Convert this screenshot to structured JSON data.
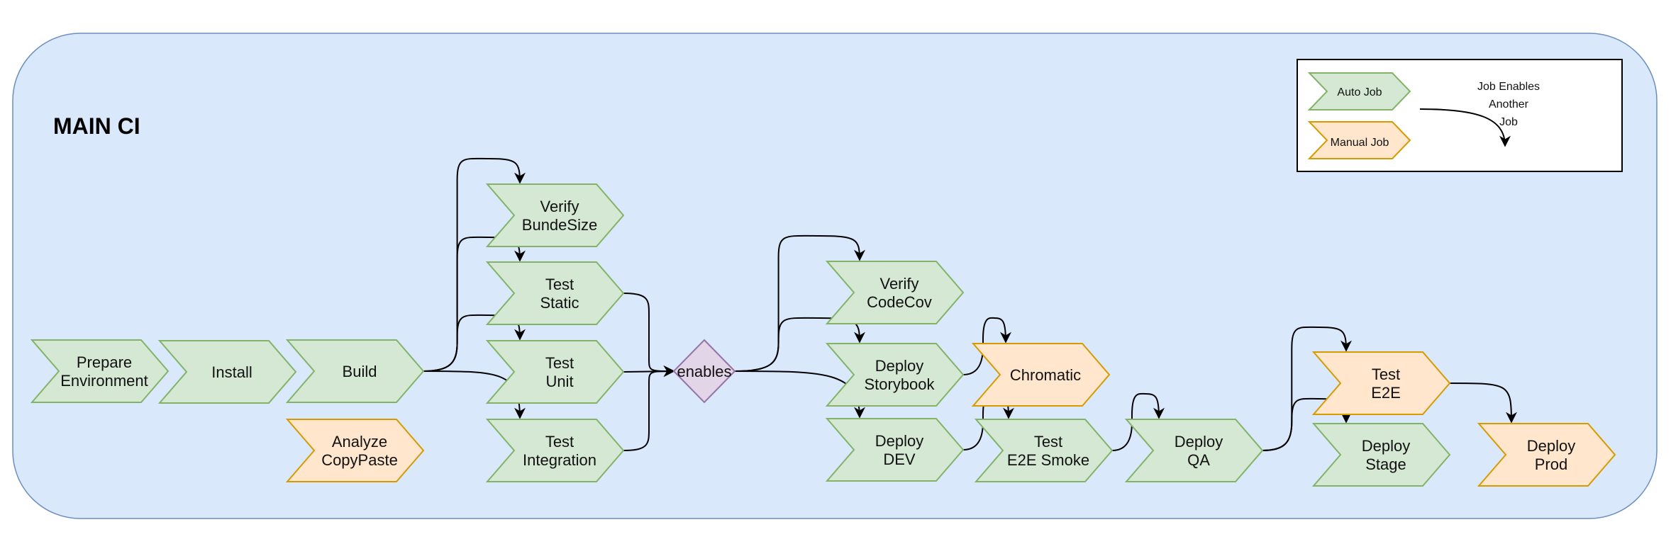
{
  "title": "MAIN CI",
  "colors": {
    "container_fill": "#dae8fc",
    "container_stroke": "#6c8ebf",
    "auto_fill": "#d5e8d4",
    "auto_stroke": "#82b366",
    "manual_fill": "#ffe6cc",
    "manual_stroke": "#d79b00",
    "decision_fill": "#e1d5e7",
    "decision_stroke": "#9673a6",
    "edge": "#000000"
  },
  "legend": {
    "auto_label": "Auto Job",
    "manual_label": "Manual Job",
    "edge_label_lines": [
      "Job Enables",
      "Another",
      "Job"
    ]
  },
  "nodes": [
    {
      "id": "prepare-environment",
      "kind": "auto",
      "lines": [
        "Prepare",
        "Environment"
      ]
    },
    {
      "id": "install",
      "kind": "auto",
      "lines": [
        "Install"
      ]
    },
    {
      "id": "build",
      "kind": "auto",
      "lines": [
        "Build"
      ]
    },
    {
      "id": "analyze-copypaste",
      "kind": "manual",
      "lines": [
        "Analyze",
        "CopyPaste"
      ]
    },
    {
      "id": "verify-bundesize",
      "kind": "auto",
      "lines": [
        "Verify",
        "BundeSize"
      ]
    },
    {
      "id": "test-static",
      "kind": "auto",
      "lines": [
        "Test",
        "Static"
      ]
    },
    {
      "id": "test-unit",
      "kind": "auto",
      "lines": [
        "Test",
        "Unit"
      ]
    },
    {
      "id": "test-integration",
      "kind": "auto",
      "lines": [
        "Test",
        "Integration"
      ]
    },
    {
      "id": "enables",
      "kind": "decision",
      "lines": [
        "enables"
      ]
    },
    {
      "id": "verify-codecov",
      "kind": "auto",
      "lines": [
        "Verify",
        "CodeCov"
      ]
    },
    {
      "id": "deploy-storybook",
      "kind": "auto",
      "lines": [
        "Deploy",
        "Storybook"
      ]
    },
    {
      "id": "deploy-dev",
      "kind": "auto",
      "lines": [
        "Deploy",
        "DEV"
      ]
    },
    {
      "id": "chromatic",
      "kind": "manual",
      "lines": [
        "Chromatic"
      ]
    },
    {
      "id": "test-e2e-smoke",
      "kind": "auto",
      "lines": [
        "Test",
        "E2E Smoke"
      ]
    },
    {
      "id": "deploy-qa",
      "kind": "auto",
      "lines": [
        "Deploy",
        "QA"
      ]
    },
    {
      "id": "test-e2e",
      "kind": "manual",
      "lines": [
        "Test",
        "E2E"
      ]
    },
    {
      "id": "deploy-stage",
      "kind": "auto",
      "lines": [
        "Deploy",
        "Stage"
      ]
    },
    {
      "id": "deploy-prod",
      "kind": "manual",
      "lines": [
        "Deploy",
        "Prod"
      ]
    }
  ],
  "edges": [
    {
      "from": "build",
      "to": "verify-bundesize"
    },
    {
      "from": "build",
      "to": "test-static"
    },
    {
      "from": "build",
      "to": "test-unit"
    },
    {
      "from": "build",
      "to": "test-integration"
    },
    {
      "from": "test-static",
      "to": "enables"
    },
    {
      "from": "test-unit",
      "to": "enables"
    },
    {
      "from": "test-integration",
      "to": "enables"
    },
    {
      "from": "enables",
      "to": "verify-codecov"
    },
    {
      "from": "enables",
      "to": "deploy-storybook"
    },
    {
      "from": "enables",
      "to": "deploy-dev"
    },
    {
      "from": "deploy-storybook",
      "to": "chromatic"
    },
    {
      "from": "deploy-dev",
      "to": "test-e2e-smoke"
    },
    {
      "from": "test-e2e-smoke",
      "to": "deploy-qa"
    },
    {
      "from": "deploy-qa",
      "to": "test-e2e"
    },
    {
      "from": "deploy-qa",
      "to": "deploy-stage"
    },
    {
      "from": "test-e2e",
      "to": "deploy-prod"
    }
  ]
}
